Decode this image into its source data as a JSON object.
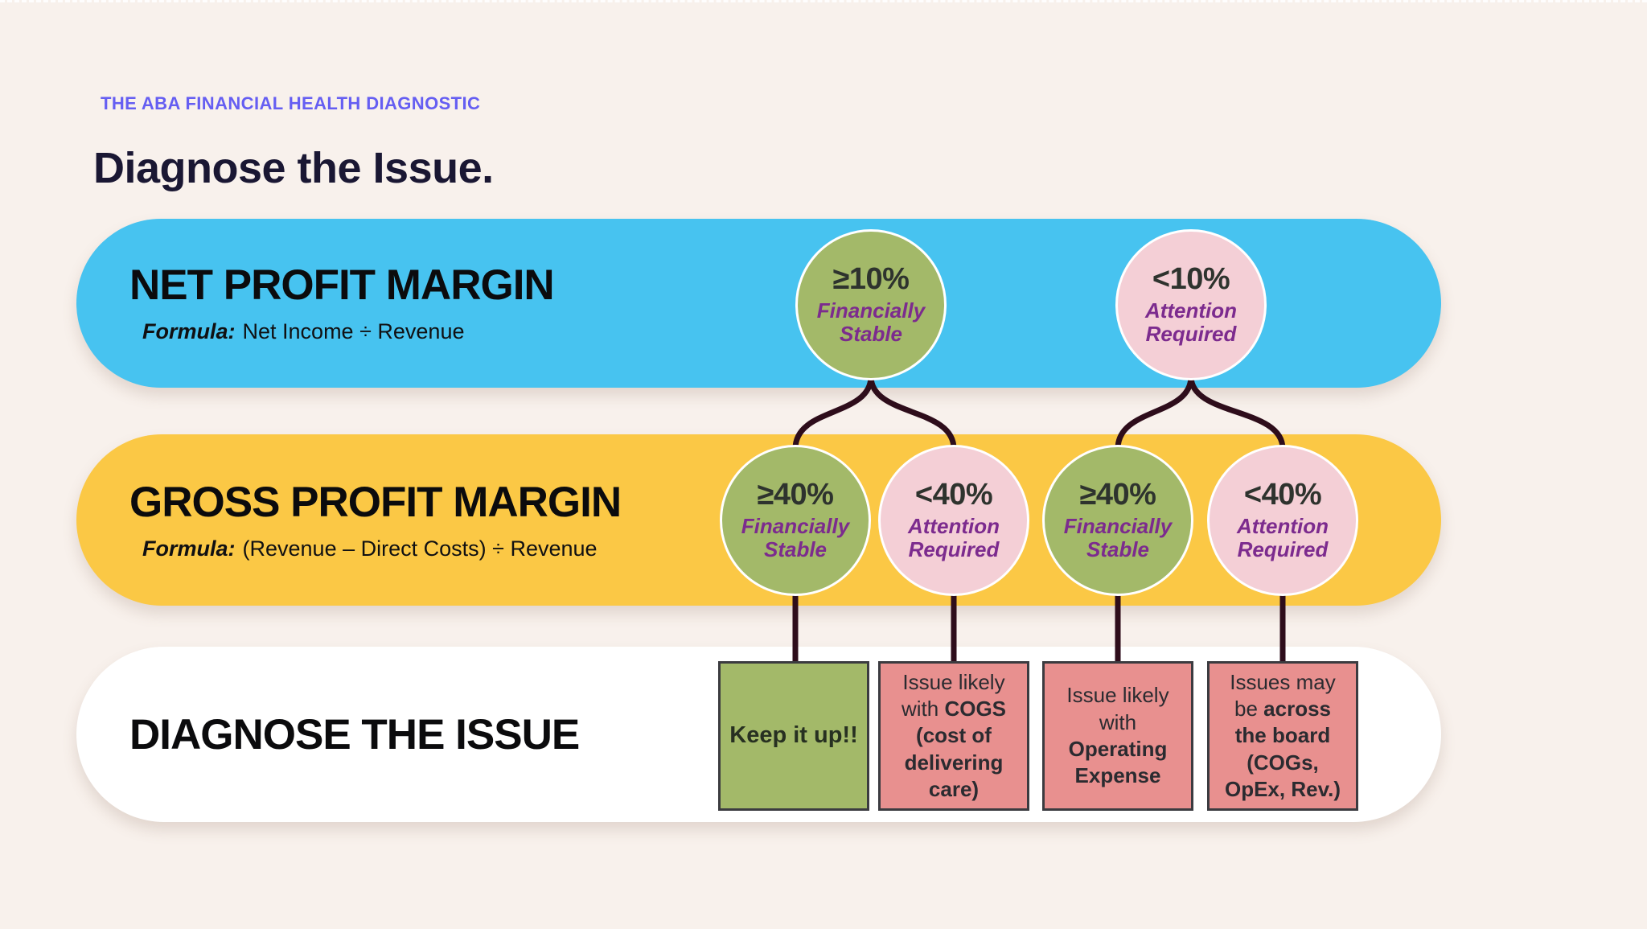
{
  "colors": {
    "background": "#F8F1EC",
    "row_blue": "#47C3F0",
    "row_yellow": "#FBC845",
    "row_white": "#FFFFFF",
    "circle_green": "#A3B969",
    "circle_pink": "#F4CFD6",
    "outcome_red": "#E8908F",
    "connector": "#2E0D1B",
    "status_purple": "#7C2B8E",
    "eyebrow_indigo": "#655EF2",
    "heading_navy": "#1A1733"
  },
  "header": {
    "eyebrow": "THE ABA FINANCIAL HEALTH DIAGNOSTIC",
    "title": "Diagnose the Issue."
  },
  "rows": {
    "net_profit": {
      "title": "NET PROFIT MARGIN",
      "formula_label": "Formula:",
      "formula_value": "Net Income ÷ Revenue"
    },
    "gross_profit": {
      "title": "GROSS PROFIT MARGIN",
      "formula_label": "Formula:",
      "formula_value": "(Revenue – Direct Costs) ÷ Revenue"
    },
    "diagnose": {
      "title": "DIAGNOSE THE ISSUE"
    }
  },
  "top_circles": [
    {
      "value": "≥10%",
      "status": "Financially Stable",
      "tone": "green"
    },
    {
      "value": "<10%",
      "status": "Attention Required",
      "tone": "pink"
    }
  ],
  "mid_circles": [
    {
      "value": "≥40%",
      "status": "Financially Stable",
      "tone": "green"
    },
    {
      "value": "<40%",
      "status": "Attention Required",
      "tone": "pink"
    },
    {
      "value": "≥40%",
      "status": "Financially Stable",
      "tone": "green"
    },
    {
      "value": "<40%",
      "status": "Attention Required",
      "tone": "pink"
    }
  ],
  "outcomes": [
    {
      "pre": "",
      "bold": "Keep it up!!",
      "tone": "green"
    },
    {
      "pre": "Issue likely with ",
      "bold": "COGS (cost of delivering care)",
      "tone": "red"
    },
    {
      "pre": "Issue likely with ",
      "bold": "Operating Expense",
      "tone": "red"
    },
    {
      "pre": "Issues may be ",
      "bold": "across the board (COGs, OpEx, Rev.)",
      "tone": "red"
    }
  ]
}
